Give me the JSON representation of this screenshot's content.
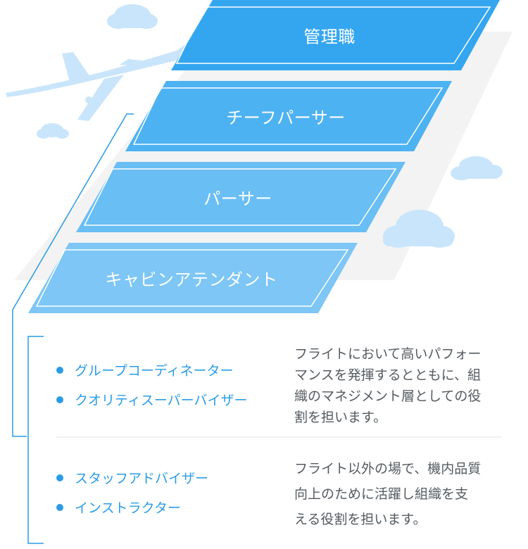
{
  "tiers": [
    {
      "label": "管理職"
    },
    {
      "label": "チーフパーサー"
    },
    {
      "label": "パーサー"
    },
    {
      "label": "キャビンアテンダント"
    }
  ],
  "groups": [
    {
      "roles": [
        "グループコーディネーター",
        "クオリティスーパーバイザー"
      ],
      "description_lines": [
        "フライトにおいて高いパフォー",
        "マンスを発揮するとともに、組",
        "織のマネジメント層としての役",
        "割を担います。"
      ]
    },
    {
      "roles": [
        "スタッフアドバイザー",
        "インストラクター"
      ],
      "description_lines": [
        "フライト以外の場で、機内品質",
        "向上のために活躍し組織を支",
        "える役割を担います。"
      ]
    }
  ],
  "colors": {
    "tier_top": "#34a6f0",
    "tier_2": "#4db2f2",
    "tier_3": "#69bef4",
    "tier_4": "#7dc6f5",
    "sky_decor": "#c9e5fb",
    "backdrop": "#f3f3f3",
    "accent_text": "#2a9ce6",
    "body_text": "#555b61"
  },
  "icons": [
    "airplane-icon",
    "cloud-icon",
    "bullet-dot-icon"
  ]
}
